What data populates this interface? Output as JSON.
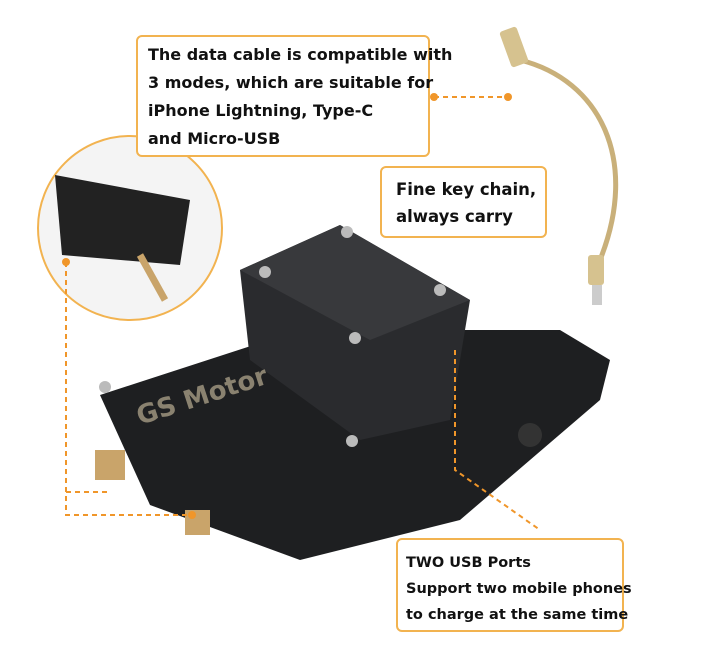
{
  "callouts": {
    "cable": {
      "lines": [
        "The data cable is compatible with",
        "3 modes, which are suitable for",
        "iPhone Lightning, Type-C",
        "and Micro-USB"
      ]
    },
    "keychain": {
      "lines": [
        "Fine key chain,",
        "always carry"
      ]
    },
    "usb": {
      "lines": [
        "TWO USB Ports",
        "Support two mobile phones",
        "to charge at the same time"
      ]
    }
  },
  "device_label": {
    "brand": "GS Motor"
  },
  "colors": {
    "accent": "#f2b350",
    "leader_line": "#f0962a",
    "device": "#1e1f21"
  }
}
